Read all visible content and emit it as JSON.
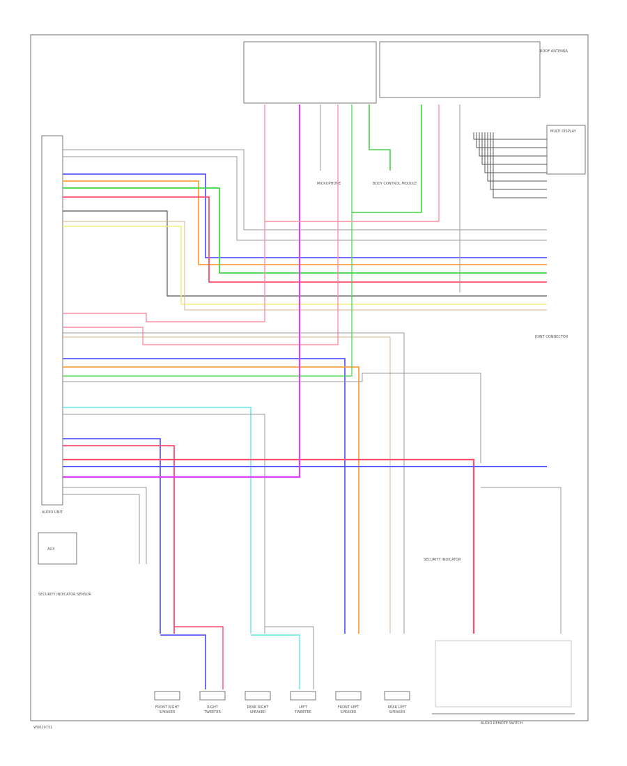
{
  "footer_code": "W0029731",
  "units": {
    "audio_unit": "AUDIO UNIT",
    "aux_jack": "AUX",
    "steering_sensor_label": "SECURITY INDICATOR SENSOR",
    "steering_switch": "AUDIO REMOTE SWITCH",
    "junction_right": "JOINT CONNECTOR",
    "smart_key_ecu": "BODY CONTROL MODULE",
    "multi_display": "MULTI DISPLAY",
    "front_antenna": "ROOF ANTENNA",
    "microphone": "MICROPHONE",
    "passenger_indicator": "SECURITY INDICATOR"
  },
  "speakers": [
    {
      "id": "sp1",
      "label_1": "FRONT RIGHT",
      "label_2": "SPEAKER"
    },
    {
      "id": "sp2",
      "label_1": "RIGHT",
      "label_2": "TWEETER"
    },
    {
      "id": "sp3",
      "label_1": "REAR RIGHT",
      "label_2": "SPEAKER"
    },
    {
      "id": "sp4",
      "label_1": "LEFT",
      "label_2": "TWEETER"
    },
    {
      "id": "sp5",
      "label_1": "FRONT LEFT",
      "label_2": "SPEAKER"
    },
    {
      "id": "sp6",
      "label_1": "REAR LEFT",
      "label_2": "SPEAKER"
    }
  ],
  "wire_colors": {
    "red": "#ff4d6d",
    "pink": "#ff8fa3",
    "blue": "#5b5bff",
    "magenta": "#e040fb",
    "green": "#41d641",
    "orange": "#ffa040",
    "yellow": "#f4f07a",
    "cyan": "#5ee8e0",
    "gray": "#9a9a9a",
    "dark": "#555555",
    "tan": "#d9b08c"
  }
}
